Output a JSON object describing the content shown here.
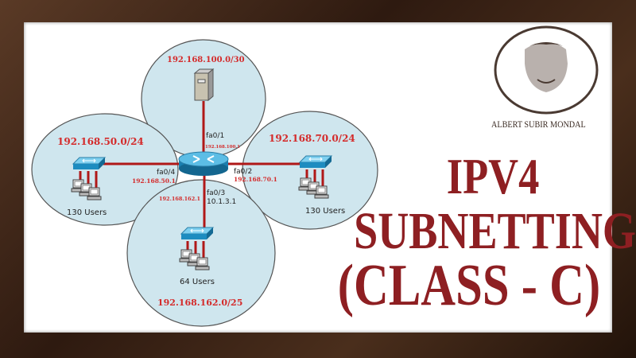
{
  "networks": {
    "top": {
      "subnet": "192.168.100.0/30",
      "iface": "fa0/1",
      "ip": "192.168.100.1"
    },
    "left": {
      "subnet": "192.168.50.0/24",
      "iface": "fa0/4",
      "ip": "192.168.50.1",
      "users": "130 Users"
    },
    "right": {
      "subnet": "192.168.70.0/24",
      "iface": "fa0/2",
      "ip": "192.168.70.1",
      "users": "130 Users"
    },
    "bottom": {
      "subnet": "192.168.162.0/25",
      "iface": "fa0/3",
      "ip": "192.168.162.1",
      "ip2": "10.1.3.1",
      "users": "64 Users"
    }
  },
  "title": {
    "line1": "IPV4",
    "line2": "SUBNETTING",
    "line3": "(CLASS - C)"
  },
  "author": "ALBERT SUBIR MONDAL",
  "colors": {
    "title": "#8e1f22",
    "subnet_text": "#d42b2b",
    "circle": "#cfe6ee",
    "link": "#b01818"
  }
}
